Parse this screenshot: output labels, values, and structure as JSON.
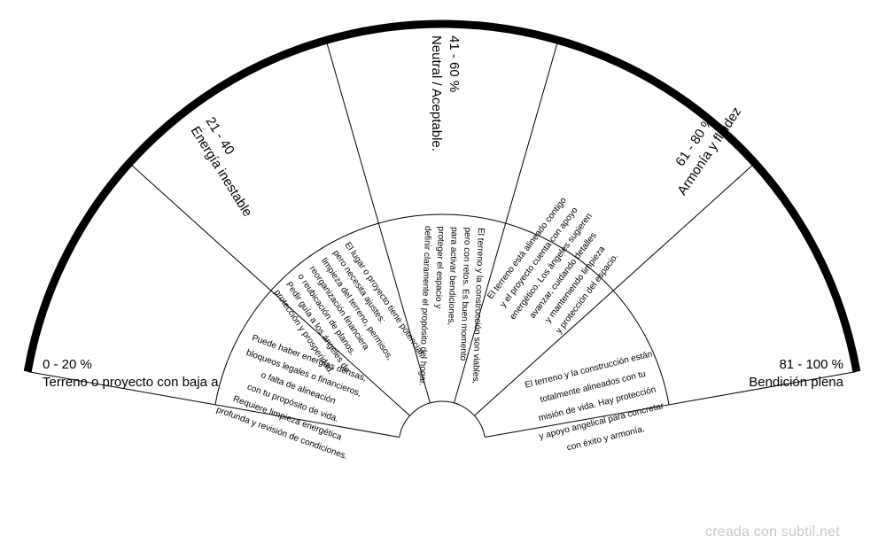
{
  "sectors": [
    {
      "range": "0 - 20 %",
      "title": "Terreno o proyecto con baja a",
      "description": [
        "Puede haber energías densas,",
        "bloqueos legales o financieros,",
        "o falta de alineación",
        "con tu propósito de vida.",
        "Requiere limpieza energética",
        "profunda y revisión de condiciones."
      ]
    },
    {
      "range": "21 - 40",
      "title": "Energía inestable",
      "description": [
        "El lugar o proyecto tiene potencial,",
        "pero necesita ajustes:",
        "limpieza del terreno, permisos,",
        "reorganización financiera",
        "o reubicación de planos.",
        "Pedir guía a los ángeles de",
        "protección y prosperidad."
      ]
    },
    {
      "range": "41 - 60 %",
      "title": "Neutral / Aceptable.",
      "description": [
        "El terreno y la construcción son viables,",
        "pero con retos. Es buen momento",
        "para activar bendiciones,",
        "proteger el espacio y",
        "definir claramente el propósito del hogar."
      ]
    },
    {
      "range": "61 - 80 %",
      "title": "Armonía y fluidez",
      "description": [
        "El terreno está alineado contigo",
        "y el proyecto cuenta con apoyo",
        "energético. Los ángeles sugieren",
        "avanzar, cuidando detalles",
        "y manteniendo limpieza",
        "y protección del espacio."
      ]
    },
    {
      "range": "81 - 100 %",
      "title": "Bendición plena",
      "description": [
        "El terreno y la construcción están",
        "totalmente alineados con tu",
        "misión de vida. Hay protección",
        "y apoyo angelical para concretar",
        "con éxito y armonía."
      ]
    }
  ],
  "watermark": "creada con subtil.net"
}
